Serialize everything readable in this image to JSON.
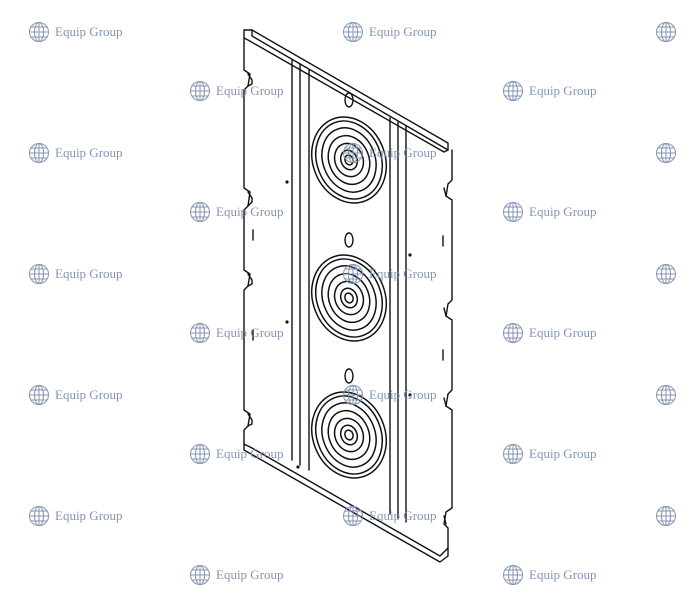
{
  "watermark": {
    "text": "Equip Group",
    "icon": "globe-logo",
    "color": "#7f8fae"
  },
  "drawing": {
    "subject": "fan-panel",
    "fans": 3
  }
}
